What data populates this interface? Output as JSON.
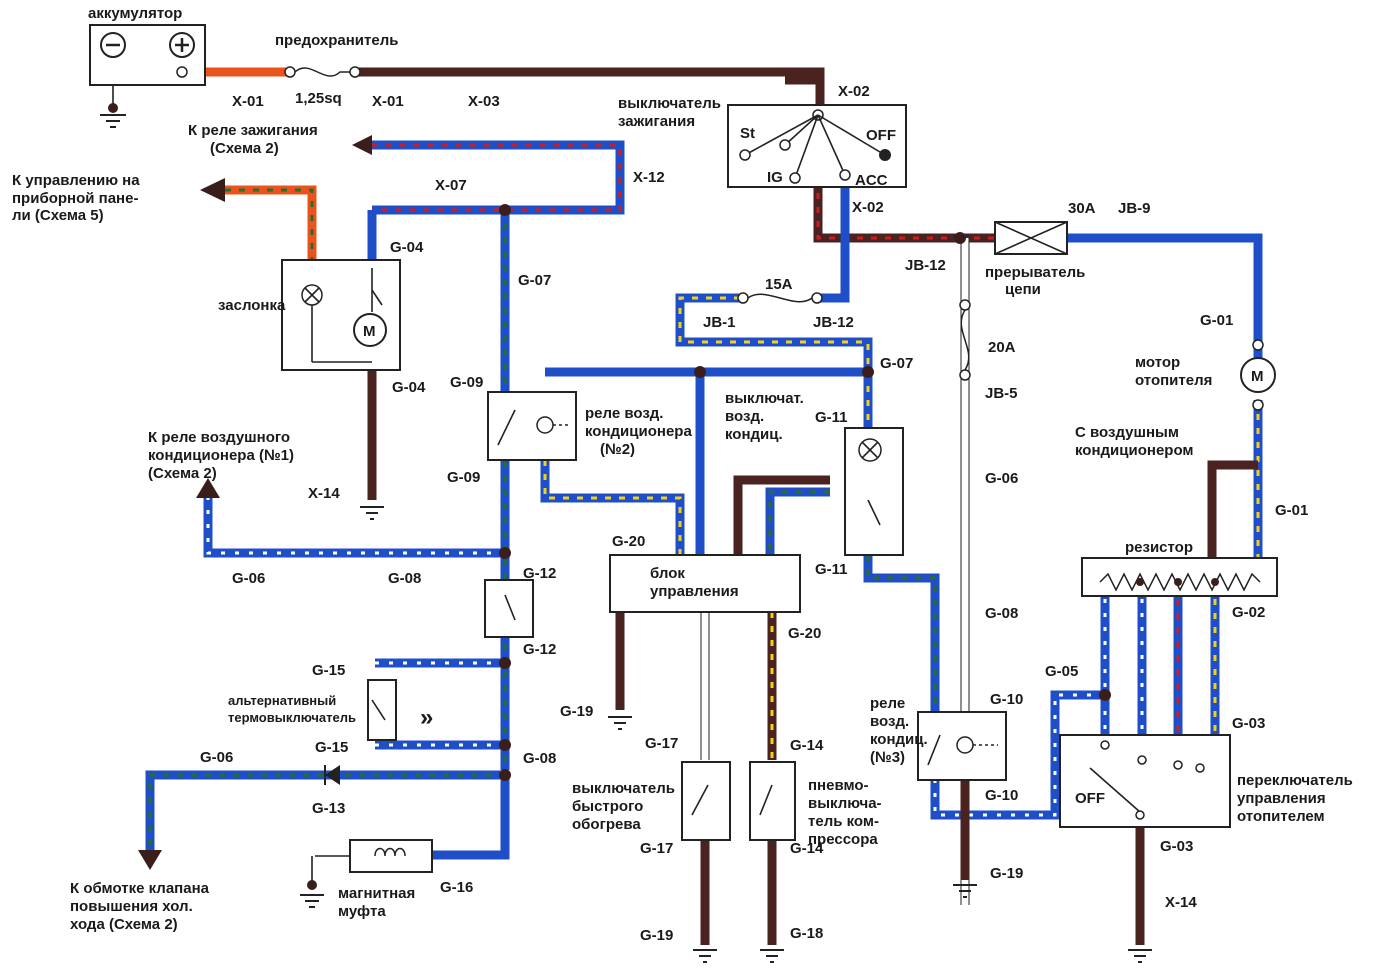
{
  "labels": {
    "battery": "аккумулятор",
    "fuse": "предохранитель",
    "fuse_rating": "1,25sq",
    "ignition_switch_1": "выключатель",
    "ignition_switch_2": "зажигания",
    "sw_st": "St",
    "sw_off": "OFF",
    "sw_ig": "IG",
    "sw_acc": "ACC",
    "to_ign_relay_1": "К реле зажигания",
    "to_ign_relay_2": "(Схема 2)",
    "to_panel_1": "К управлению на",
    "to_panel_2": "приборной пане-",
    "to_panel_3": "ли (Схема 5)",
    "damper": "заслонка",
    "breaker_1": "прерыватель",
    "breaker_2": "цепи",
    "fuse_30a": "30A",
    "fuse_15a": "15A",
    "fuse_20a": "20A",
    "heater_motor_1": "мотор",
    "heater_motor_2": "отопителя",
    "with_ac_1": "С воздушным",
    "with_ac_2": "кондиционером",
    "resistor": "резистор",
    "ac_relay2_1": "реле возд.",
    "ac_relay2_2": "кондиционера",
    "ac_relay2_3": "(№2)",
    "ac_switch_1": "выключат.",
    "ac_switch_2": "возд.",
    "ac_switch_3": "кондиц.",
    "to_ac_relay1_1": "К реле воздушного",
    "to_ac_relay1_2": "кондиционера (№1)",
    "to_ac_relay1_3": "(Схема 2)",
    "control_unit_1": "блок",
    "control_unit_2": "управления",
    "alt_thermo_1": "альтернативный",
    "alt_thermo_2": "термовыключатель",
    "fast_heat_1": "выключатель",
    "fast_heat_2": "быстрого",
    "fast_heat_3": "обогрева",
    "pneumo_1": "пневмо-",
    "pneumo_2": "выключа-",
    "pneumo_3": "тель ком-",
    "pneumo_4": "прессора",
    "ac_relay3_1": "реле",
    "ac_relay3_2": "возд.",
    "ac_relay3_3": "кондиц.",
    "ac_relay3_4": "(№3)",
    "heater_switch_1": "переключатель",
    "heater_switch_2": "управления",
    "heater_switch_3": "отопителем",
    "heater_off": "OFF",
    "to_idle_valve_1": "К обмотке клапана",
    "to_idle_valve_2": "повышения хол.",
    "to_idle_valve_3": "хода (Схема 2)",
    "mag_clutch_1": "магнитная",
    "mag_clutch_2": "муфта",
    "motor_m": "M"
  },
  "connectors": {
    "x01a": "X-01",
    "x01b": "X-01",
    "x03": "X-03",
    "x02a": "X-02",
    "x02b": "X-02",
    "x12": "X-12",
    "x07": "X-07",
    "x14a": "X-14",
    "x14b": "X-14",
    "g04a": "G-04",
    "g04b": "G-04",
    "g07a": "G-07",
    "g07b": "G-07",
    "jb1": "JB-1",
    "jb12a": "JB-12",
    "jb12b": "JB-12",
    "jb9": "JB-9",
    "jb5": "JB-5",
    "g09a": "G-09",
    "g09b": "G-09",
    "g11a": "G-11",
    "g11b": "G-11",
    "g06a": "G-06",
    "g06b": "G-06",
    "g06c": "G-06",
    "g08a": "G-08",
    "g08b": "G-08",
    "g08c": "G-08",
    "g01a": "G-01",
    "g01b": "G-01",
    "g02": "G-02",
    "g03a": "G-03",
    "g03b": "G-03",
    "g05": "G-05",
    "g10a": "G-10",
    "g10b": "G-10",
    "g12a": "G-12",
    "g12b": "G-12",
    "g15a": "G-15",
    "g15b": "G-15",
    "g13": "G-13",
    "g16": "G-16",
    "g19a": "G-19",
    "g19b": "G-19",
    "g19c": "G-19",
    "g20a": "G-20",
    "g20b": "G-20",
    "g17a": "G-17",
    "g17b": "G-17",
    "g14a": "G-14",
    "g14b": "G-14",
    "g18": "G-18"
  },
  "colors": {
    "wire_dark": "#4a2220",
    "wire_blue": "#1f4fc8",
    "wire_orange": "#e8541c",
    "wire_yellow": "#f2d21a",
    "wire_red": "#cc1e1e",
    "wire_green": "#2d6d2a"
  }
}
